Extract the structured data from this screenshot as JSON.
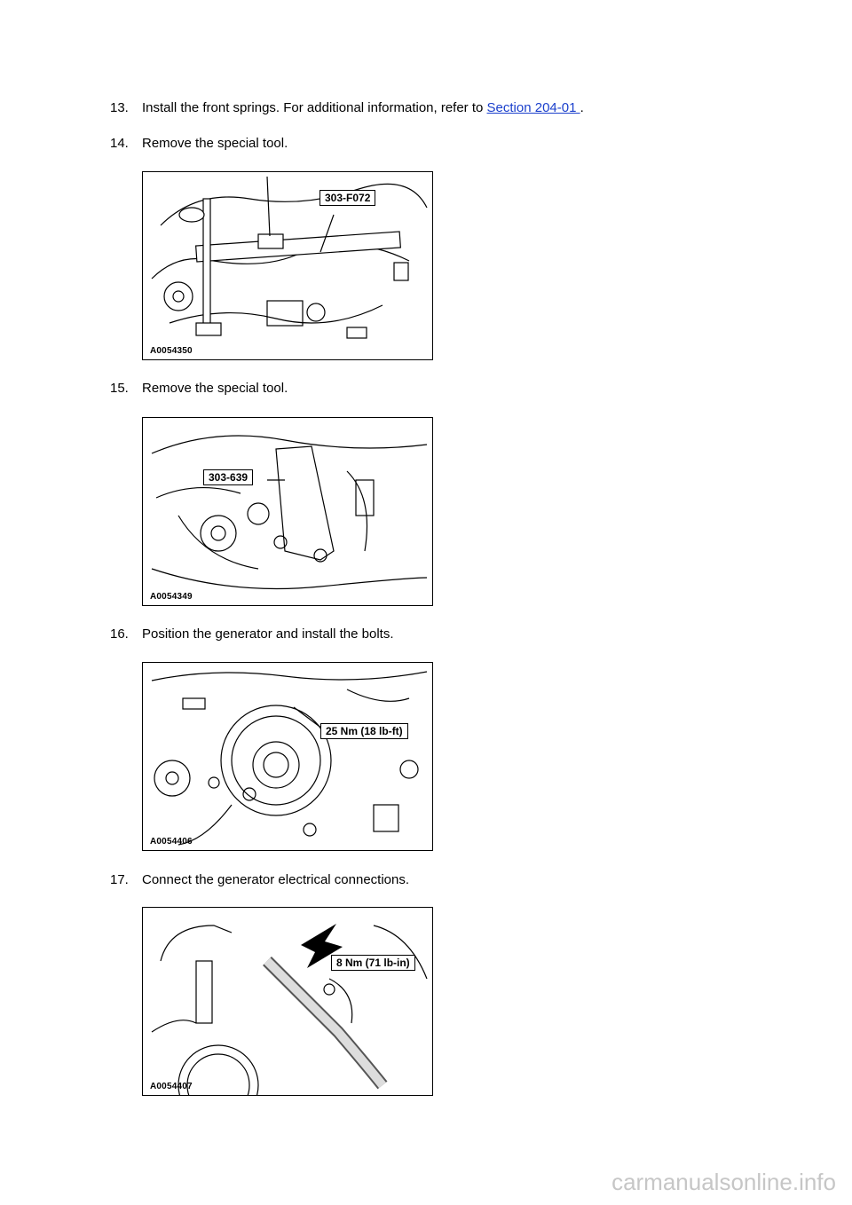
{
  "steps": [
    {
      "number": "13.",
      "text": "Install the front springs. For additional information, refer to ",
      "link": "Section 204-01 ",
      "after": "."
    },
    {
      "number": "14.",
      "text": "Remove the special tool."
    },
    {
      "number": "15.",
      "text": "Remove the special tool."
    },
    {
      "number": "16.",
      "text": "Position the generator and install the bolts."
    },
    {
      "number": "17.",
      "text": "Connect the generator electrical connections."
    }
  ],
  "figures": [
    {
      "id": "A0054350",
      "callout": "303-F072",
      "icon": "engine-spring-compressor-illustration"
    },
    {
      "id": "A0054349",
      "callout": "303-639",
      "icon": "engine-lifting-bracket-illustration"
    },
    {
      "id": "A0054406",
      "callout": "25 Nm (18 lb-ft)",
      "icon": "generator-bolts-illustration"
    },
    {
      "id": "A0054407",
      "callout": "8 Nm (71 lb-in)",
      "icon": "generator-electrical-connection-illustration"
    }
  ],
  "watermark": "carmanualsonline.info",
  "colors": {
    "link": "#1a3fcc",
    "watermark": "#c6c6c6"
  }
}
